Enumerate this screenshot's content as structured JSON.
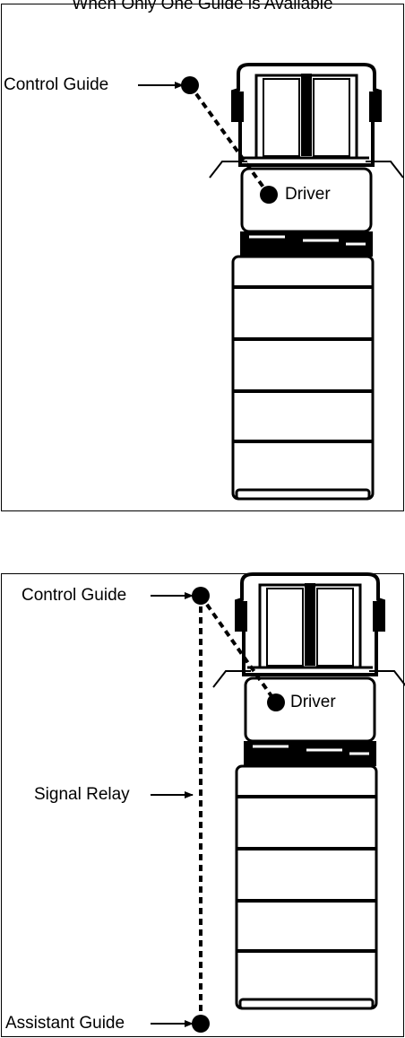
{
  "diagram1": {
    "title": "When Only One Guide is Available",
    "labels": {
      "control_guide": "Control Guide",
      "driver": "Driver"
    }
  },
  "diagram2": {
    "labels": {
      "control_guide": "Control Guide",
      "driver": "Driver",
      "signal_relay": "Signal Relay",
      "assistant_guide": "Assistant Guide"
    }
  }
}
